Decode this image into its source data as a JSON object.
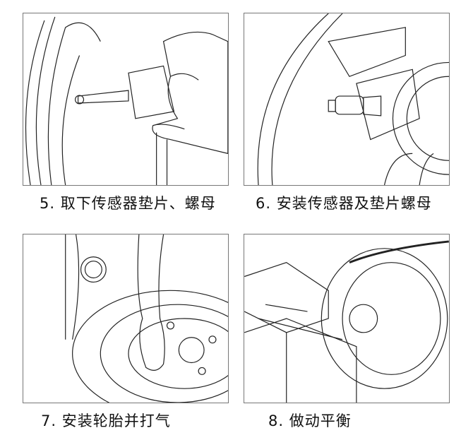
{
  "steps": [
    {
      "caption": "5. 取下传感器垫片、螺母"
    },
    {
      "caption": "6. 安装传感器及垫片螺母"
    },
    {
      "caption": "7. 安装轮胎并打气"
    },
    {
      "caption": "8. 做动平衡"
    }
  ]
}
